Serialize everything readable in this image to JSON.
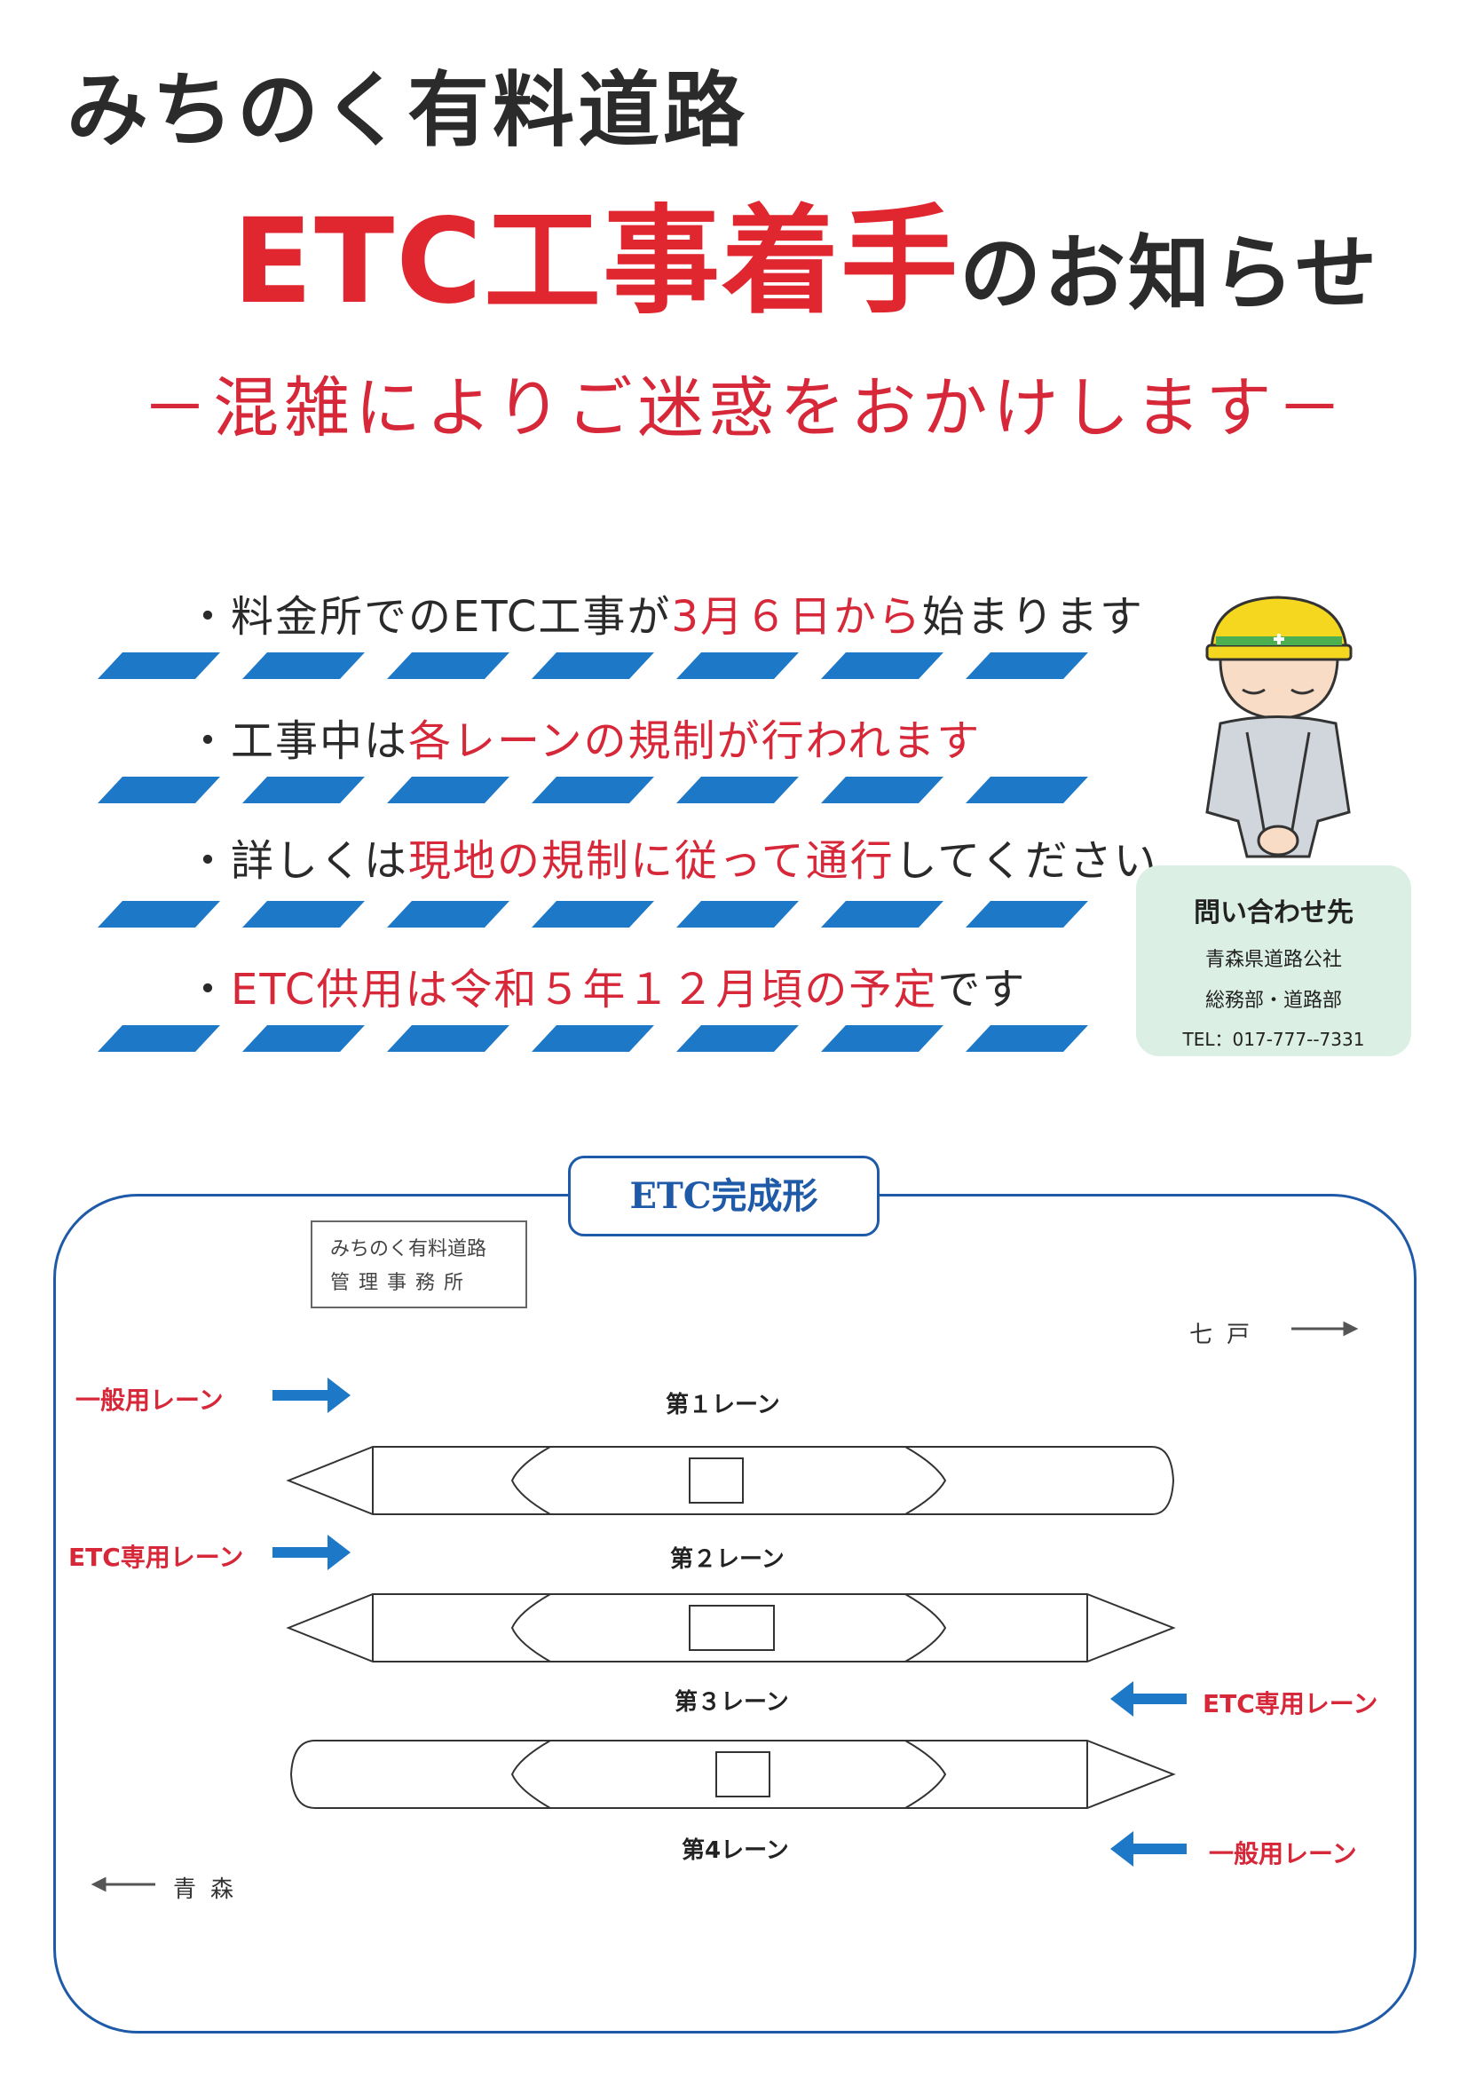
{
  "header": {
    "title_line1": "みちのく有料道路",
    "title_line2_main": "ETC工事着手",
    "title_line2_suffix": "のお知らせ",
    "subtitle": "－混雑によりご迷惑をおかけします－"
  },
  "bullets": [
    {
      "prefix": "・料金所でのETC工事が",
      "highlight": "3月６日から",
      "suffix": "始まります"
    },
    {
      "prefix": "・工事中は",
      "highlight": "各レーンの規制が行われます",
      "suffix": ""
    },
    {
      "prefix": "・詳しくは",
      "highlight": "現地の規制に従って通行",
      "suffix": "してください"
    },
    {
      "prefix": "・",
      "highlight": "ETC供用は令和５年１２月頃の予定",
      "suffix": "です"
    }
  ],
  "contact": {
    "heading": "問い合わせ先",
    "org": "青森県道路公社",
    "dept": "総務部・道路部",
    "tel": "TEL：017-777--7331"
  },
  "diagram": {
    "title": "ETC完成形",
    "office_line1": "みちのく有料道路",
    "office_line2": "管理事務所",
    "dir_right": "七戸",
    "dir_left": "青森",
    "lanes": [
      "第１レーン",
      "第２レーン",
      "第３レーン",
      "第4レーン"
    ],
    "side_labels": {
      "lane1_general": "一般用レーン",
      "lane2_etc": "ETC専用レーン",
      "lane3_etc": "ETC専用レーン",
      "lane4_general": "一般用レーン"
    }
  },
  "colors": {
    "accent_red": "#d7283a",
    "stripe_blue": "#1e78c8",
    "frame_blue": "#1e5aa8",
    "contact_bg": "#dcefe5"
  }
}
